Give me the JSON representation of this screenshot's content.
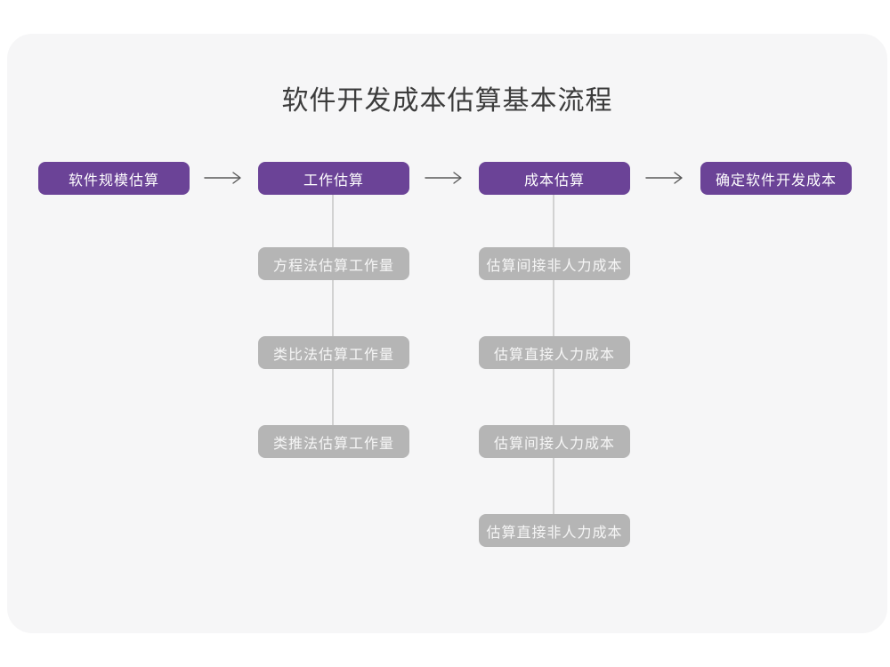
{
  "title": "软件开发成本估算基本流程",
  "flow": {
    "main_steps": [
      {
        "label": "软件规模估算",
        "children": []
      },
      {
        "label": "工作估算",
        "children": [
          "方程法估算工作量",
          "类比法估算工作量",
          "类推法估算工作量"
        ]
      },
      {
        "label": "成本估算",
        "children": [
          "估算间接非人力成本",
          "估算直接人力成本",
          "估算间接人力成本",
          "估算直接非人力成本"
        ]
      },
      {
        "label": "确定软件开发成本",
        "children": []
      }
    ],
    "connector_icon": "right-arrow"
  },
  "colors": {
    "primary": "#6b4397",
    "secondary": "#b5b5b5",
    "card_bg": "#f6f6f7",
    "line": "#d2d2d2",
    "arrow": "#5a5a5a",
    "title_text": "#3c3c3c"
  }
}
